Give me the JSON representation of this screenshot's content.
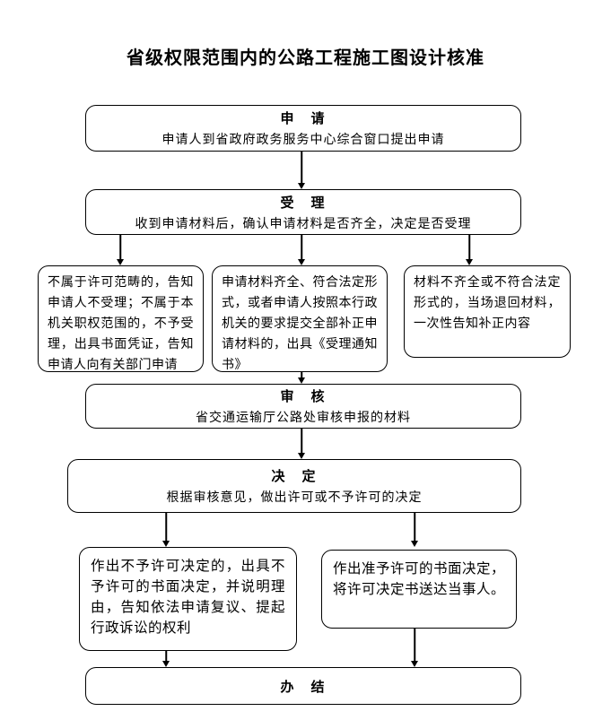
{
  "title": "省级权限范围内的公路工程施工图设计核准",
  "nodes": {
    "apply": {
      "heading": "申　请",
      "body": "申请人到省政府政务服务中心综合窗口提出申请"
    },
    "accept": {
      "heading": "受　理",
      "body": "收到申请材料后，确认申请材料是否齐全，决定是否受理"
    },
    "branch_left": {
      "body": "不属于许可范畴的，告知申请人不受理；不属于本机关职权范围的，不予受理，出具书面凭证，告知申请人向有关部门申请"
    },
    "branch_mid": {
      "body": "申请材料齐全、符合法定形式，或者申请人按照本行政机关的要求提交全部补正申请材料的，出具《受理通知书》"
    },
    "branch_right": {
      "body": "材料不齐全或不符合法定形式的，当场退回材料，一次性告知补正内容"
    },
    "review": {
      "heading": "审　核",
      "body": "省交通运输厅公路处审核申报的材料"
    },
    "decide": {
      "heading": "决　定",
      "body": "根据审核意见，做出许可或不予许可的决定"
    },
    "deny": {
      "body": "作出不予许可决定的，出具不予许可的书面决定，并说明理由，告知依法申请复议、提起行政诉讼的权利"
    },
    "approve": {
      "body": "作出准予许可的书面决定，将许可决定书送达当事人。"
    },
    "finish": {
      "heading": "办　结"
    }
  },
  "connections": [
    {
      "from": "apply",
      "to": "accept"
    },
    {
      "from": "accept",
      "to": "branch_left"
    },
    {
      "from": "accept",
      "to": "branch_mid"
    },
    {
      "from": "accept",
      "to": "branch_right"
    },
    {
      "from": "branch_mid",
      "to": "review"
    },
    {
      "from": "review",
      "to": "decide"
    },
    {
      "from": "decide",
      "to": "deny"
    },
    {
      "from": "decide",
      "to": "approve"
    },
    {
      "from": "deny",
      "to": "finish"
    },
    {
      "from": "approve",
      "to": "finish"
    }
  ],
  "colors": {
    "border": "#000000",
    "background": "#ffffff",
    "text": "#000000"
  }
}
